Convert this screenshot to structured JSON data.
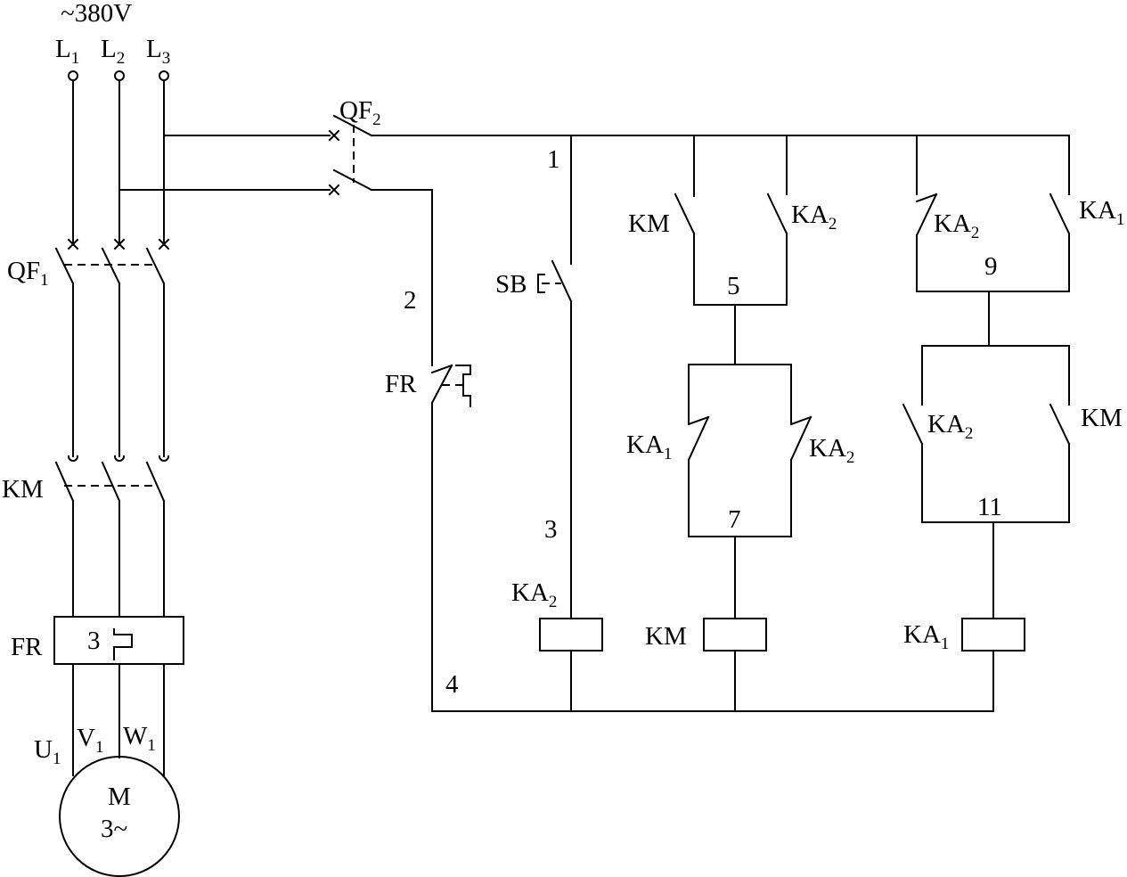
{
  "supply": {
    "voltage": "~380V"
  },
  "phases": [
    {
      "main": "L",
      "sub": "1"
    },
    {
      "main": "L",
      "sub": "2"
    },
    {
      "main": "L",
      "sub": "3"
    }
  ],
  "breakers": {
    "main": {
      "main": "QF",
      "sub": "1"
    },
    "control": {
      "main": "QF",
      "sub": "2"
    }
  },
  "main_circuit": {
    "contactor": "KM",
    "overload": "FR",
    "overload_element": "3",
    "terminals": [
      {
        "main": "U",
        "sub": "1"
      },
      {
        "main": "V",
        "sub": "1"
      },
      {
        "main": "W",
        "sub": "1"
      }
    ],
    "motor": {
      "symbol": "M",
      "type": "3~"
    }
  },
  "control_circuit": {
    "overload_contact": "FR",
    "pushbutton": "SB",
    "nodes": [
      "1",
      "2",
      "3",
      "4",
      "5",
      "7",
      "9",
      "11"
    ],
    "contacts": {
      "km_hold": "KM",
      "ka2_a": {
        "main": "KA",
        "sub": "2"
      },
      "ka1_nc": {
        "main": "KA",
        "sub": "1"
      },
      "ka2_nc": {
        "main": "KA",
        "sub": "2"
      },
      "ka2_nc_right": {
        "main": "KA",
        "sub": "2"
      },
      "ka1_no": {
        "main": "KA",
        "sub": "1"
      },
      "ka2_no_lower": {
        "main": "KA",
        "sub": "2"
      },
      "km_lower": "KM"
    },
    "coils": {
      "ka2": {
        "main": "KA",
        "sub": "2"
      },
      "km": "KM",
      "ka1": {
        "main": "KA",
        "sub": "1"
      }
    }
  }
}
